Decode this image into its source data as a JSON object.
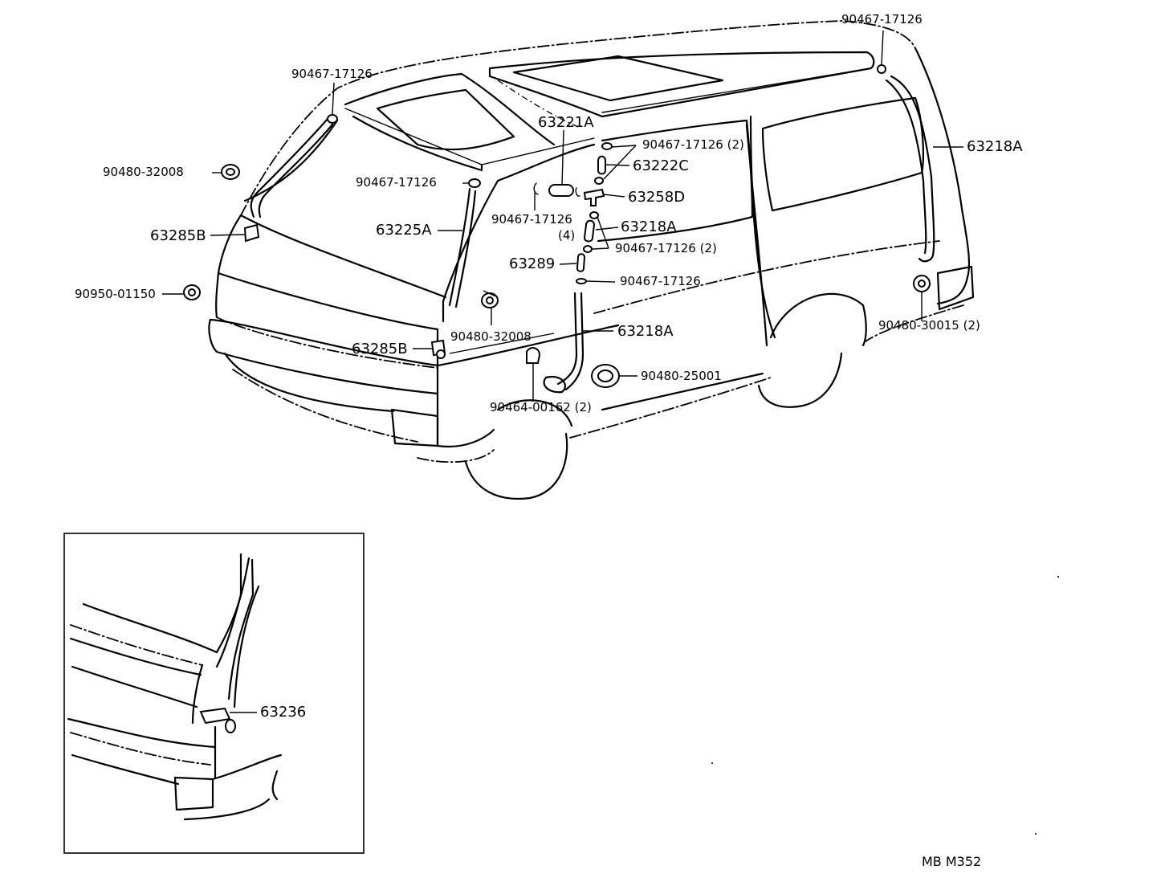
{
  "labels": {
    "p90467_roof_right": "90467-17126",
    "p90467_roof_left": "90467-17126",
    "p63221A": "63221A",
    "p90467_2a": "90467-17126 (2)",
    "p63218A_right": "63218A",
    "p90480_32008_left": "90480-32008",
    "p63222C": "63222C",
    "p90467_pillar": "90467-17126",
    "p63258D": "63258D",
    "p90467_4": "90467-17126",
    "p90467_4_qty": "(4)",
    "p63225A": "63225A",
    "p63218A_mid": "63218A",
    "p63285B_upper": "63285B",
    "p90467_2b": "90467-17126 (2)",
    "p63289": "63289",
    "p90467_lower": "90467-17126",
    "p90950": "90950-01150",
    "p90480_30015": "90480-30015 (2)",
    "p90480_32008_center": "90480-32008",
    "p63218A_lower": "63218A",
    "p63285B_lower": "63285B",
    "p90480_25001": "90480-25001",
    "p90464": "90464-00162 (2)",
    "p63236": "63236",
    "footer_code": "MB  M352"
  }
}
